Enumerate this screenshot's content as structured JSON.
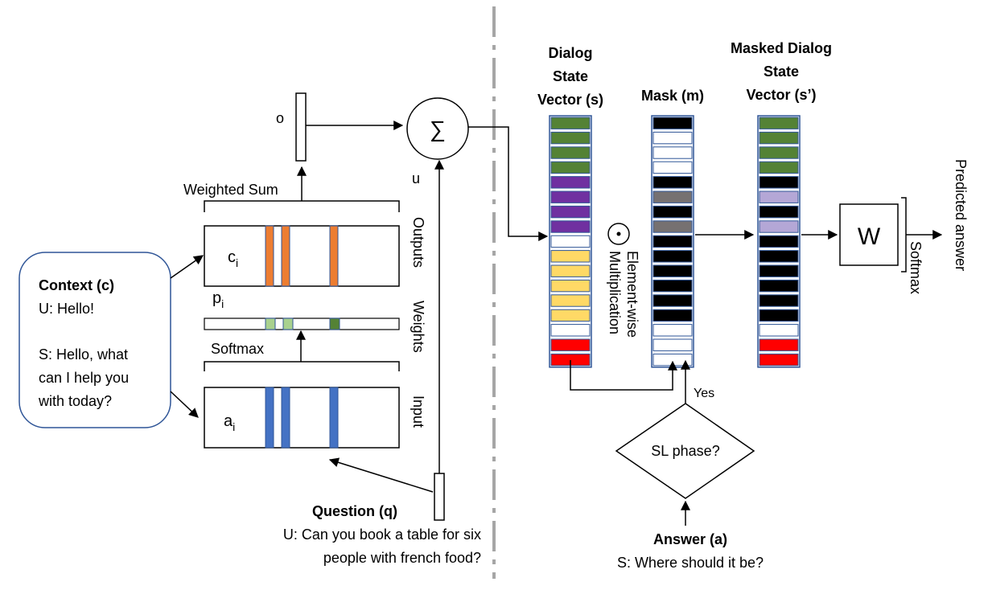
{
  "memory_network": {
    "context": {
      "title": "Context (c)",
      "line1": "U: Hello!",
      "line2": "S: Hello, what",
      "line3": "can I help you",
      "line4": "with today?"
    },
    "question": {
      "title": "Question (q)",
      "line1": "U: Can you book a table for six",
      "line2": "people with french food?"
    },
    "labels": {
      "o": "o",
      "u": "u",
      "weighted_sum": "Weighted Sum",
      "softmax": "Softmax",
      "c_i_base": "c",
      "c_i_sub": "i",
      "p_i_base": "p",
      "p_i_sub": "i",
      "a_i_base": "a",
      "a_i_sub": "i",
      "outputs": "Outputs",
      "weights": "Weights",
      "input": "Input",
      "sigma": "∑"
    }
  },
  "dialog_state": {
    "state_title": [
      "Dialog",
      "State",
      "Vector (s)"
    ],
    "mask_title": "Mask (m)",
    "masked_title": [
      "Masked Dialog",
      "State",
      "Vector (s’)"
    ],
    "odot": "⊙",
    "elementwise_line1": "Element-wise",
    "elementwise_line2": "Multiplication",
    "w_label": "W",
    "softmax_label": "Softmax",
    "predicted_answer": "Predicted answer",
    "decision": "SL phase?",
    "yes": "Yes",
    "answer": {
      "title": "Answer (a)",
      "text": "S: Where should it be?"
    }
  },
  "colors": {
    "green": "#548235",
    "purple": "#7030a0",
    "yellow": "#ffd966",
    "red": "#ff0000",
    "orange": "#ed7d31",
    "blue": "#4472c4",
    "light_green": "#a9d18e",
    "cell_border": "#2f5597",
    "black_cell": "#000000",
    "gray_cell": "#767171",
    "light_purple": "#b4a7d6",
    "divider": "#a6a6a6"
  },
  "state_vector_cells": [
    "green",
    "green",
    "green",
    "green",
    "purple",
    "purple",
    "purple",
    "purple",
    "white",
    "yellow",
    "yellow",
    "yellow",
    "yellow",
    "yellow",
    "white",
    "red",
    "red"
  ],
  "mask_cells": [
    "black",
    "white",
    "white",
    "white",
    "black",
    "gray",
    "black",
    "gray",
    "black",
    "black",
    "black",
    "black",
    "black",
    "black",
    "white",
    "white",
    "white"
  ],
  "masked_vector_cells": [
    "green",
    "green",
    "green",
    "green",
    "black",
    "lightpurple",
    "black",
    "lightpurple",
    "black",
    "black",
    "black",
    "black",
    "black",
    "black",
    "white",
    "red",
    "red"
  ]
}
